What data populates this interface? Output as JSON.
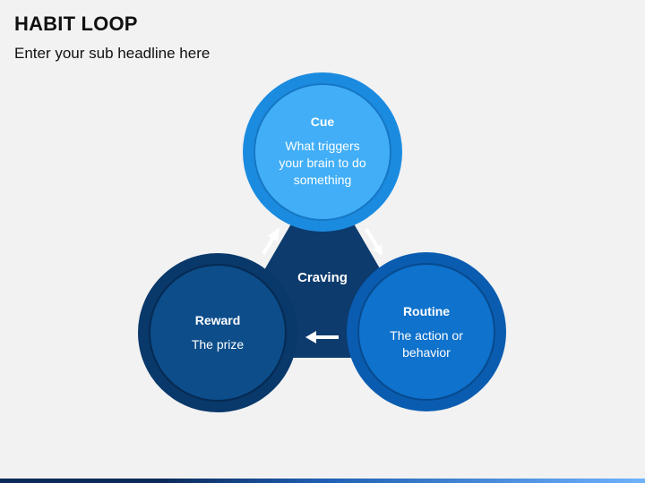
{
  "header": {
    "title": "HABIT LOOP",
    "subtitle": "Enter your sub headline here"
  },
  "diagram": {
    "center_label": "Craving",
    "nodes": [
      {
        "id": "cue",
        "title": "Cue",
        "description": "What triggers your brain to do something",
        "lines": [
          "What triggers",
          "your brain to do",
          "something"
        ]
      },
      {
        "id": "routine",
        "title": "Routine",
        "description": "The action or behavior",
        "lines": [
          "The action or",
          "behavior"
        ]
      },
      {
        "id": "reward",
        "title": "Reward",
        "description": "The prize",
        "lines": [
          "The prize"
        ]
      }
    ]
  },
  "colors": {
    "background": "#f2f2f2",
    "triangle": "#0d3b6e",
    "cue_outer": "#1b8be0",
    "cue_inner": "#41aef7",
    "routine_outer": "#0a5cb0",
    "routine_inner": "#0f72cc",
    "reward_outer": "#09386a",
    "reward_inner": "#0c4d8a",
    "arrow": "#ffffff"
  }
}
